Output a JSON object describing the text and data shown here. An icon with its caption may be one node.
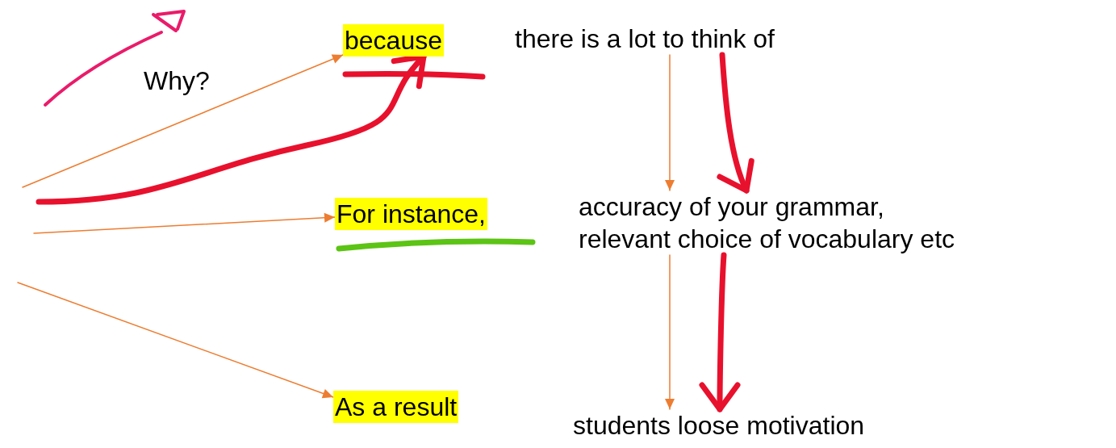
{
  "diagram": {
    "nodes": [
      {
        "text": [
          "because"
        ]
      },
      {
        "text": [
          "there is a lot to think of"
        ]
      },
      {
        "text": [
          "For instance,"
        ]
      },
      {
        "text": [
          "accuracy of your grammar, relevant choice of vocabulary etc"
        ]
      },
      {
        "text": [
          "As a result"
        ]
      },
      {
        "text": [
          "students loose motivation"
        ]
      }
    ],
    "edges": [
      {
        "from": null,
        "to": 0,
        "arrow": "to"
      },
      {
        "from": null,
        "to": 2,
        "arrow": "to"
      },
      {
        "from": null,
        "to": 4,
        "arrow": "to"
      },
      {
        "from": null,
        "to": 0,
        "arrow": "to",
        "style": "thick",
        "color": "#e8112d"
      },
      {
        "from": 1,
        "to": 3,
        "arrow": "to"
      },
      {
        "from": 1,
        "to": 3,
        "arrow": "to",
        "style": "thick",
        "color": "#e8112d"
      },
      {
        "from": 3,
        "to": 5,
        "arrow": "to"
      },
      {
        "from": 3,
        "to": 5,
        "arrow": "to",
        "style": "thick",
        "color": "#e8112d"
      }
    ],
    "labels": [
      "Why?"
    ]
  }
}
